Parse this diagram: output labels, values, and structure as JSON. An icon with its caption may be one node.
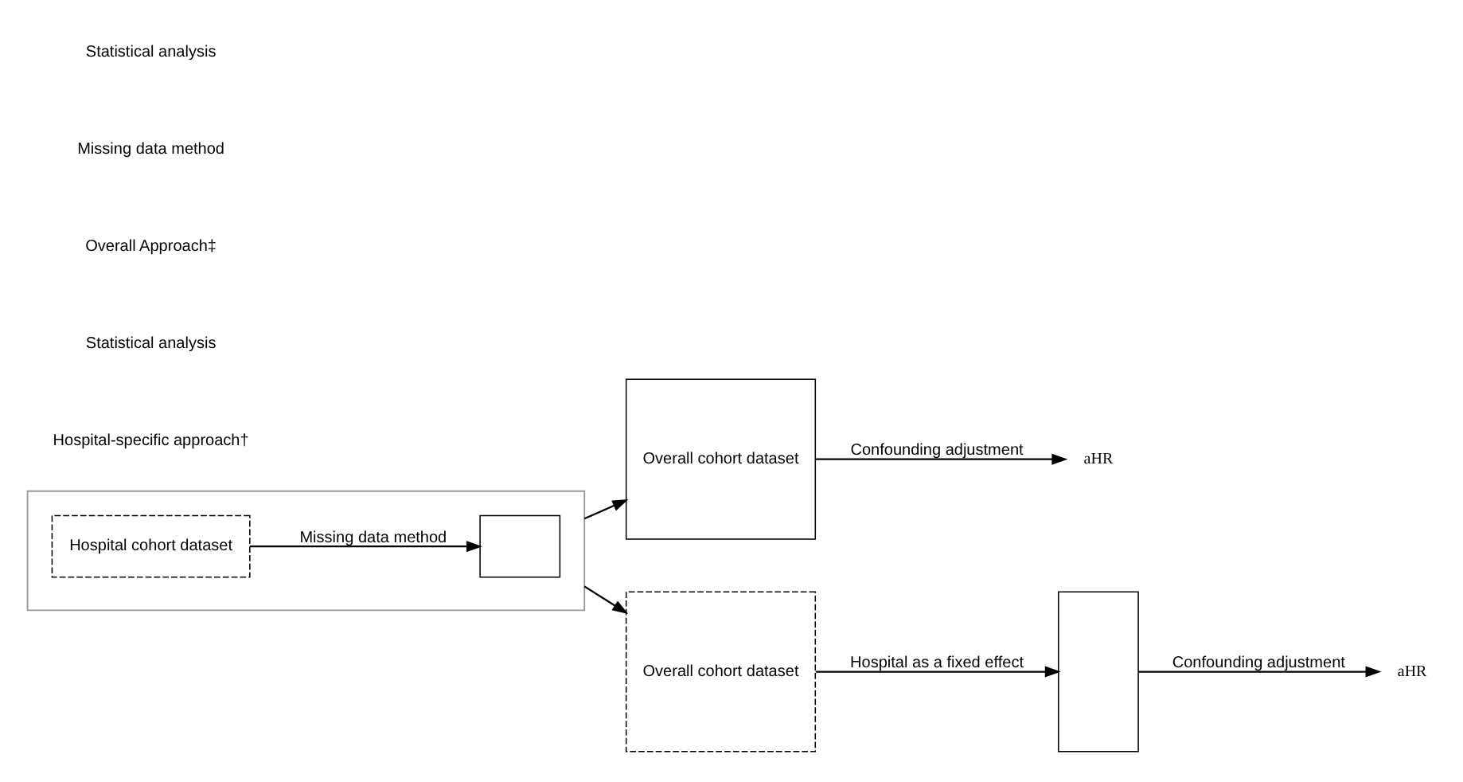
{
  "diagram": {
    "nodes": [
      {
        "text": [],
        "shape": "box"
      },
      {
        "text": [
          "Hospital cohort dataset"
        ],
        "in": 0
      },
      {
        "text": [],
        "shape": "box",
        "in": 0
      },
      {
        "text": [
          "Overall cohort dataset"
        ]
      },
      {
        "text": [
          "aHR"
        ]
      },
      {
        "text": [
          "Overall cohort dataset"
        ]
      },
      {
        "text": [],
        "shape": "box"
      },
      {
        "text": [
          "aHR"
        ]
      }
    ],
    "edges": [
      {
        "from": 1,
        "to": 2,
        "arrow": "to",
        "label": "Missing data method"
      },
      {
        "from": 0,
        "to": 3,
        "arrow": "to"
      },
      {
        "from": 3,
        "to": 4,
        "arrow": "to",
        "label": "Confounding adjustment"
      },
      {
        "from": 0,
        "to": 5,
        "arrow": "to"
      },
      {
        "from": 5,
        "to": 6,
        "arrow": "to",
        "label": "Hospital as a fixed effect"
      },
      {
        "from": 6,
        "to": 7,
        "arrow": "to",
        "label": "Confounding adjustment"
      }
    ],
    "labels": [
      "Hospital-specific approach†",
      "Statistical analysis",
      "Overall Approach‡",
      "Missing data method",
      "Statistical analysis"
    ]
  }
}
